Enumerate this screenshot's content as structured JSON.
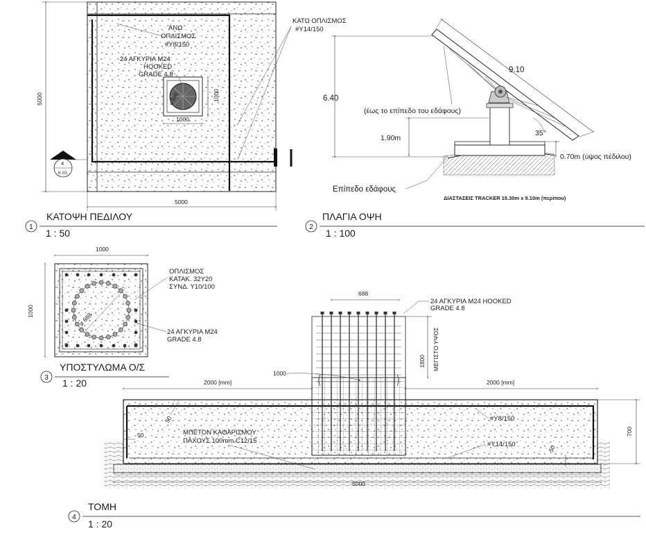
{
  "views": {
    "plan": {
      "number": "1",
      "title": "ΚΑΤΟΨΗ ΠΕΔΙΛΟΥ",
      "scale": "1 : 50",
      "dim_5000_side": "5000",
      "dim_5000_bottom": "5000",
      "dim_1000_h": "1000",
      "dim_1000_v": "1000",
      "dim_688": "ø 688",
      "label_top_rebar": [
        "ΑΝΩ",
        "ΟΠΛΙΣΜΟΣ",
        "#Υ8/150"
      ],
      "label_anchors": [
        "24 ΑΓΚΥΡΙΑ Μ24",
        "HOOKED",
        "GRADE 4.8"
      ],
      "label_bottom_rebar": [
        "ΚΑΤΩ ΟΠΛΙΣΜΟΣ",
        "#Υ14/150"
      ],
      "section_mark_number": "4",
      "section_mark_sheet": "K-03"
    },
    "side": {
      "number": "2",
      "title": "ΠΛΑΓΙΑ ΟΨΗ",
      "scale": "1 : 100",
      "dim_length": "9.10",
      "dim_height": "6.40",
      "note_ground": "(έως το επίπεδο του εδάφους)",
      "dim_190": "1.90m",
      "dim_angle": "35°",
      "dim_070": "0.70m (ύψος πέδιλου)",
      "label_ground": "Επίπεδο εδάφους",
      "tracker_caption": "ΔΙΑΣΤΑΣΕΙΣ TRACKER 15.30m x 9.10m (περίπου)"
    },
    "column": {
      "number": "3",
      "title": "ΥΠΟΣΤΥΛΩΜΑ Ο/Σ",
      "scale": "1 : 20",
      "dim_1000_top": "1000",
      "dim_1000_side": "1000",
      "dim_688": "ø 688",
      "label_rebar": [
        "ΟΠΛΙΣΜΟΣ",
        "ΚΑΤΑΚ. 32Υ20",
        "ΣΥΝΔ. Υ10/100"
      ],
      "label_anchors": [
        "24 ΑΓΚΥΡΙΑ Μ24",
        "GRADE 4.8"
      ]
    },
    "section": {
      "number": "4",
      "title": "ΤΟΜΗ",
      "scale": "1 : 20",
      "dim_688": "688",
      "label_anchors": [
        "24 ΑΓΚΥΡΙΑ Μ24  HOOKED",
        "GRADE 4.8"
      ],
      "dim_1800": "1800",
      "label_max_height": "ΜΕΓΙΣΤΟ ΥΨΟΣ",
      "dim_1000": "1000",
      "dim_2000_left": "2000 [mm]",
      "dim_2000_right": "2000 [mm]",
      "dim_700": "700",
      "label_y8": "#Υ8/150",
      "label_y14": "#Υ14/150",
      "label_blinding": [
        "ΜΠΕΤΟΝ ΚΑΘΑΡΙΣΜΟΥ",
        "ΠΑΧΟΥΣ 100mm C12/15"
      ],
      "dim_50_a": "50",
      "dim_50_b": "50",
      "dim_50_c": "50",
      "dim_5000": "5000"
    }
  }
}
